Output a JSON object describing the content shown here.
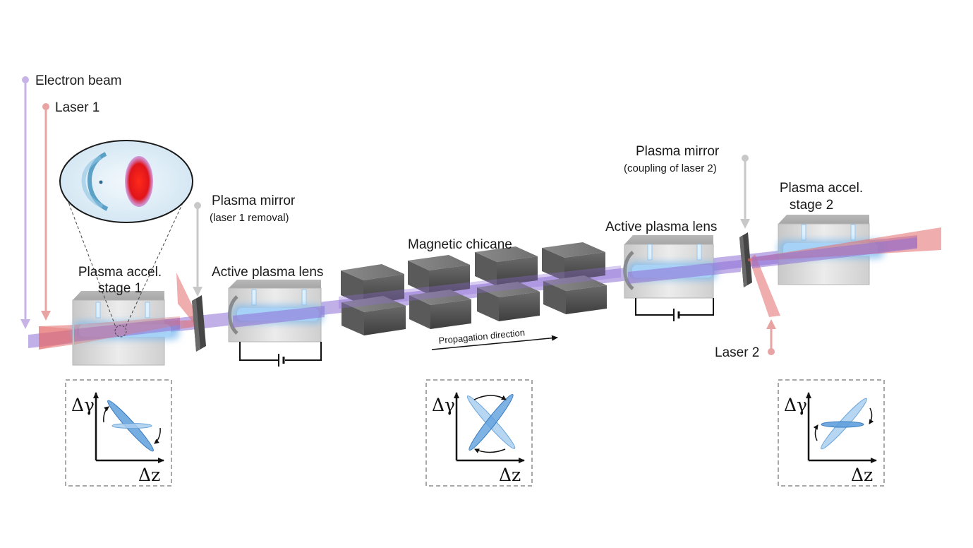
{
  "labels": {
    "electron_beam": "Electron beam",
    "laser1": "Laser 1",
    "laser2": "Laser 2",
    "plasma_mirror_1_title": "Plasma mirror",
    "plasma_mirror_1_sub": "(laser 1 removal)",
    "plasma_mirror_2_title": "Plasma mirror",
    "plasma_mirror_2_sub": "(coupling of laser 2)",
    "stage1_line1": "Plasma accel.",
    "stage1_line2": "stage 1",
    "stage2_line1": "Plasma accel.",
    "stage2_line2": "stage 2",
    "lens1": "Active plasma lens",
    "lens2": "Active plasma lens",
    "chicane": "Magnetic chicane",
    "propagation": "Propagation direction"
  },
  "phase_space": {
    "y_axis": "Δγ",
    "x_axis": "Δz"
  },
  "colors": {
    "electron_beam": "#8e6fd6",
    "laser": "#e46a6a",
    "plasma_glow": "#7ab8ee",
    "magnet": "#5a5a5a",
    "box_body": "#d4d4d4",
    "mirror_pointer": "#c8c8c8"
  }
}
